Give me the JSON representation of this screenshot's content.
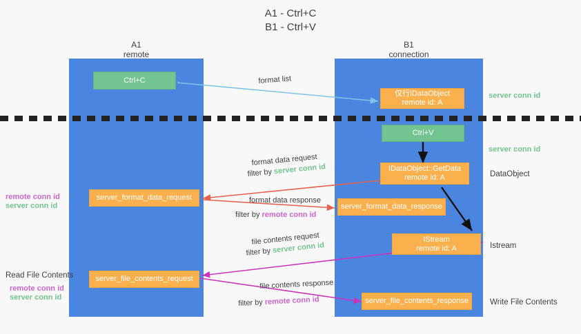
{
  "title": {
    "line1": "A1 - Ctrl+C",
    "line2": "B1 - Ctrl+V"
  },
  "lanes": [
    {
      "name": "A1",
      "sub": "remote"
    },
    {
      "name": "B1",
      "sub": "connection"
    }
  ],
  "nodes": {
    "ctrl_c": {
      "line1": "Ctrl+C",
      "line2": ""
    },
    "idataobject": {
      "line1": "仅行IDataObject",
      "line2": "remote id: A"
    },
    "ctrl_v": {
      "line1": "Ctrl+V",
      "line2": ""
    },
    "getdata": {
      "line1": "IDataObject::GetData",
      "line2": "remote id: A"
    },
    "fmt_req": {
      "line1": "server_format_data_request",
      "line2": ""
    },
    "fmt_resp": {
      "line1": "server_format_data_response",
      "line2": ""
    },
    "istream": {
      "line1": "IStream",
      "line2": "remote id: A"
    },
    "file_req": {
      "line1": "server_file_contents_request",
      "line2": ""
    },
    "file_resp": {
      "line1": "server_file_contents_response",
      "line2": ""
    }
  },
  "right_labels": {
    "server_conn_id_1": "server conn id",
    "server_conn_id_2": "server conn id",
    "dataobject": "DataObject",
    "istream": "Istream",
    "write_file_contents": "Write File Contents"
  },
  "left_labels": {
    "remote_conn_id_1": "remote conn id",
    "server_conn_id_1": "server conn id",
    "read_file_contents": "Read File Contents",
    "remote_conn_id_2": "remote conn id",
    "server_conn_id_2": "server conn id"
  },
  "annotations": {
    "format_list": "format list",
    "fmt_req_line1": "format data request",
    "fmt_req_filter_prefix": "filter by ",
    "fmt_req_filter_value": "server conn id",
    "fmt_resp_line1": "format data response",
    "fmt_resp_filter_prefix": "filter by ",
    "fmt_resp_filter_value": "remote conn id",
    "file_req_line1": "file contents request",
    "file_req_filter_prefix": "filter by ",
    "file_req_filter_value": "server conn id",
    "file_resp_line1": "file contents response",
    "file_resp_filter_prefix": "filter by ",
    "file_resp_filter_value": "remote conn id"
  },
  "colors": {
    "lane": "#4a86e0",
    "green_box": "#73c490",
    "orange_box": "#fbb04e",
    "green_text": "#73c490",
    "purple_text": "#cc66cc",
    "red_arrow": "#e8614d",
    "magenta_arrow": "#cc33bb",
    "blue_arrow": "#7ec4e8",
    "black_arrow": "#000000",
    "background": "#f8f8f8"
  }
}
